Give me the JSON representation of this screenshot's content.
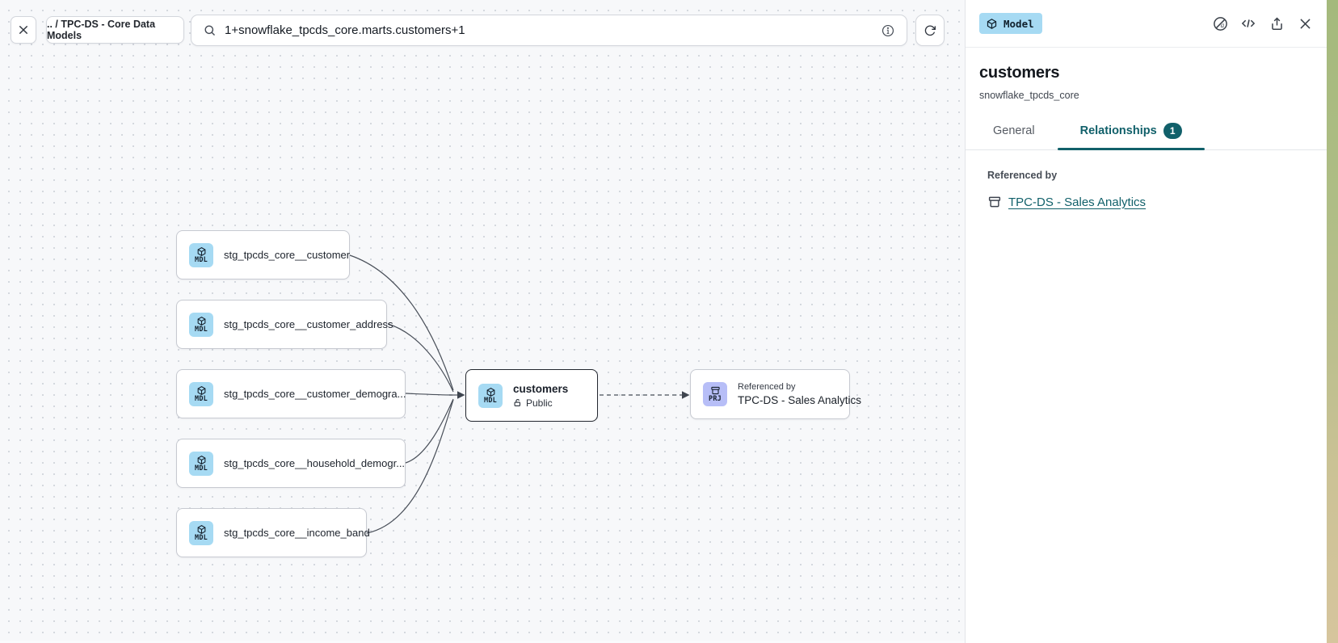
{
  "topbar": {
    "breadcrumb": ".. / TPC-DS - Core Data Models",
    "search": {
      "value": "1+snowflake_tpcds_core.marts.customers+1"
    }
  },
  "panel": {
    "type_badge": "Model",
    "title": "customers",
    "subtitle": "snowflake_tpcds_core",
    "tabs": {
      "general": "General",
      "relationships": "Relationships",
      "relationships_count": "1"
    },
    "referenced_by_label": "Referenced by",
    "reference_link": "TPC-DS - Sales Analytics"
  },
  "canvas": {
    "source_nodes": [
      {
        "chip": "MDL",
        "label": "stg_tpcds_core__customer"
      },
      {
        "chip": "MDL",
        "label": "stg_tpcds_core__customer_address"
      },
      {
        "chip": "MDL",
        "label": "stg_tpcds_core__customer_demogra..."
      },
      {
        "chip": "MDL",
        "label": "stg_tpcds_core__household_demogr..."
      },
      {
        "chip": "MDL",
        "label": "stg_tpcds_core__income_band"
      }
    ],
    "selected_node": {
      "chip": "MDL",
      "label": "customers",
      "access": "Public"
    },
    "project_node": {
      "chip": "PRJ",
      "kicker": "Referenced by",
      "label": "TPC-DS - Sales Analytics"
    }
  },
  "colors": {
    "accent_teal": "#11606a",
    "model_chip_bg": "#a6daf3",
    "project_chip_bg": "#b7bef7",
    "canvas_bg": "#f7f8fa"
  }
}
